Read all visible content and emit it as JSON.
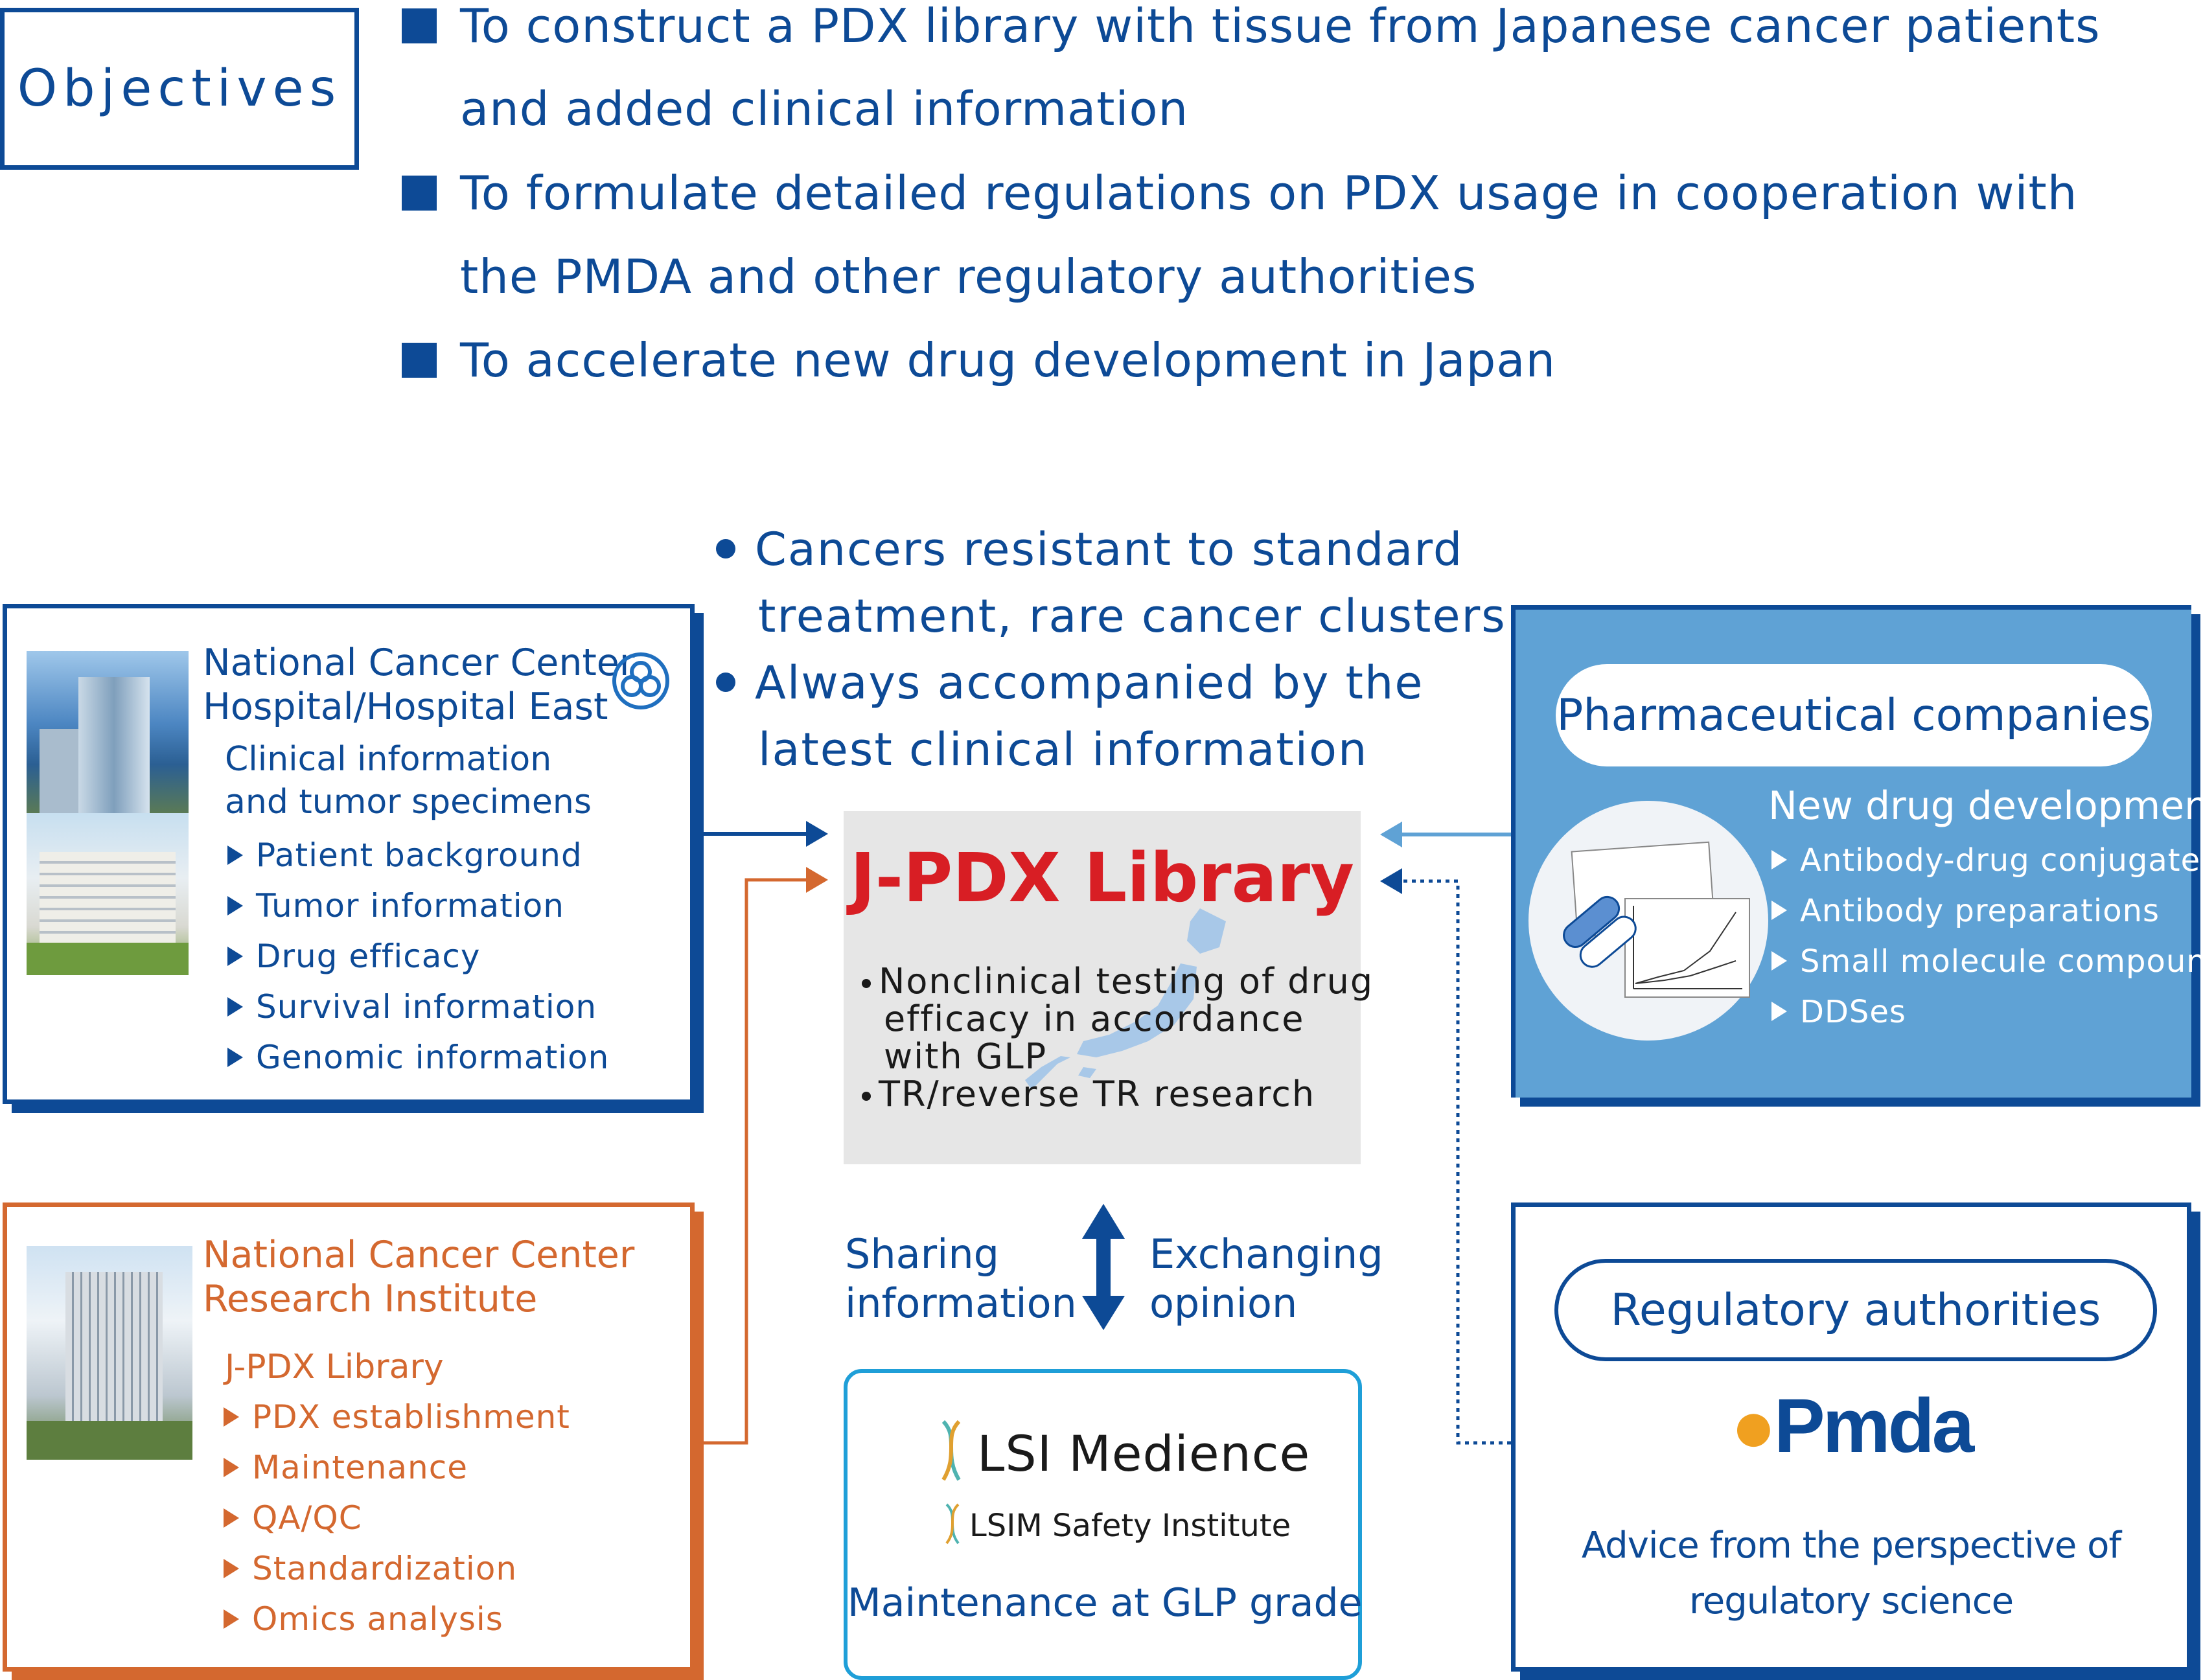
{
  "objectives": {
    "label": "Objectives",
    "items": [
      {
        "line1": "To construct a PDX library with tissue from Japanese cancer patients",
        "line2": "and added clinical information"
      },
      {
        "line1": "To formulate detailed regulations on PDX usage in cooperation with",
        "line2": "the PMDA and other regulatory authorities"
      },
      {
        "line1": "To accelerate new drug development in Japan",
        "line2": ""
      }
    ]
  },
  "features": {
    "items": [
      {
        "line1": "Cancers resistant to standard",
        "line2": "treatment, rare cancer clusters"
      },
      {
        "line1": "Always accompanied by the",
        "line2": "latest clinical information"
      }
    ]
  },
  "hospital": {
    "title_line1": "National Cancer Center",
    "title_line2": "Hospital/Hospital East",
    "subtitle_line1": "Clinical information",
    "subtitle_line2": "and tumor specimens",
    "items": [
      "Patient background",
      "Tumor information",
      "Drug efficacy",
      "Survival information",
      "Genomic information"
    ]
  },
  "research": {
    "title_line1": "National Cancer Center",
    "title_line2": "Research Institute",
    "subtitle": "J-PDX Library",
    "items": [
      "PDX establishment",
      "Maintenance",
      "QA/QC",
      "Standardization",
      "Omics analysis"
    ]
  },
  "library": {
    "title": "J-PDX Library",
    "item1_line1": "Nonclinical testing of drug",
    "item1_line2": "efficacy in accordance",
    "item1_line3": "with GLP",
    "item2": "TR/reverse TR research"
  },
  "exchange": {
    "left_line1": "Sharing",
    "left_line2": "information",
    "right_line1": "Exchanging",
    "right_line2": "opinion"
  },
  "lsi": {
    "logo1": "LSI Medience",
    "logo2": "LSIM Safety Institute",
    "caption": "Maintenance at GLP grade"
  },
  "pharma": {
    "title": "Pharmaceutical companies",
    "subtitle": "New drug development",
    "items": [
      "Antibody-drug conjugates",
      "Antibody preparations",
      "Small molecule compounds",
      "DDSes"
    ]
  },
  "regulatory": {
    "title": "Regulatory authorities",
    "logo": "Pmda",
    "caption_line1": "Advice from the perspective of",
    "caption_line2": "regulatory science"
  },
  "colors": {
    "primary_blue": "#0d4a96",
    "orange": "#d4682f",
    "library_red": "#d81e24",
    "pharma_blue": "#5fa2d5",
    "lsi_border": "#1f9fd8"
  }
}
